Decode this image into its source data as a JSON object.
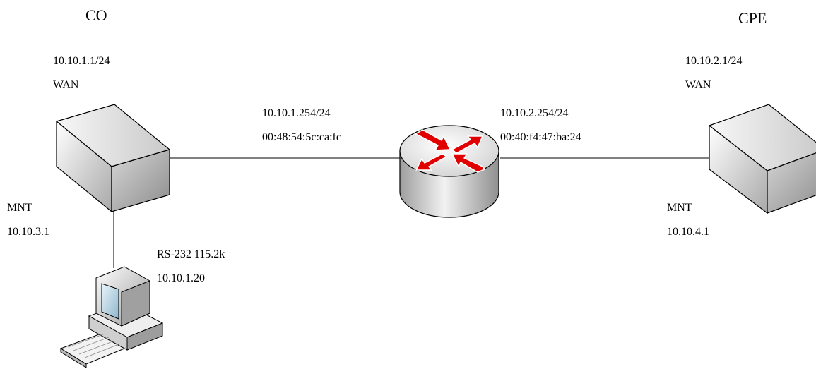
{
  "co": {
    "title": "CO",
    "wan_ip": "10.10.1.1/24",
    "wan_label": "WAN",
    "mnt_label": "MNT",
    "mnt_ip": "10.10.3.1"
  },
  "cpe": {
    "title": "CPE",
    "wan_ip": "10.10.2.1/24",
    "wan_label": "WAN",
    "mnt_label": "MNT",
    "mnt_ip": "10.10.4.1"
  },
  "router": {
    "left_ip": "10.10.1.254/24",
    "left_mac": "00:48:54:5c:ca:fc",
    "right_ip": "10.10.2.254/24",
    "right_mac": "00:40:f4:47:ba:24"
  },
  "pc": {
    "serial": "RS-232 115.2k",
    "ip": "10.10.1.20"
  },
  "colors": {
    "arrow": "#e00000",
    "device_light": "#f4f4f4",
    "device_dark": "#a8a8a8"
  }
}
